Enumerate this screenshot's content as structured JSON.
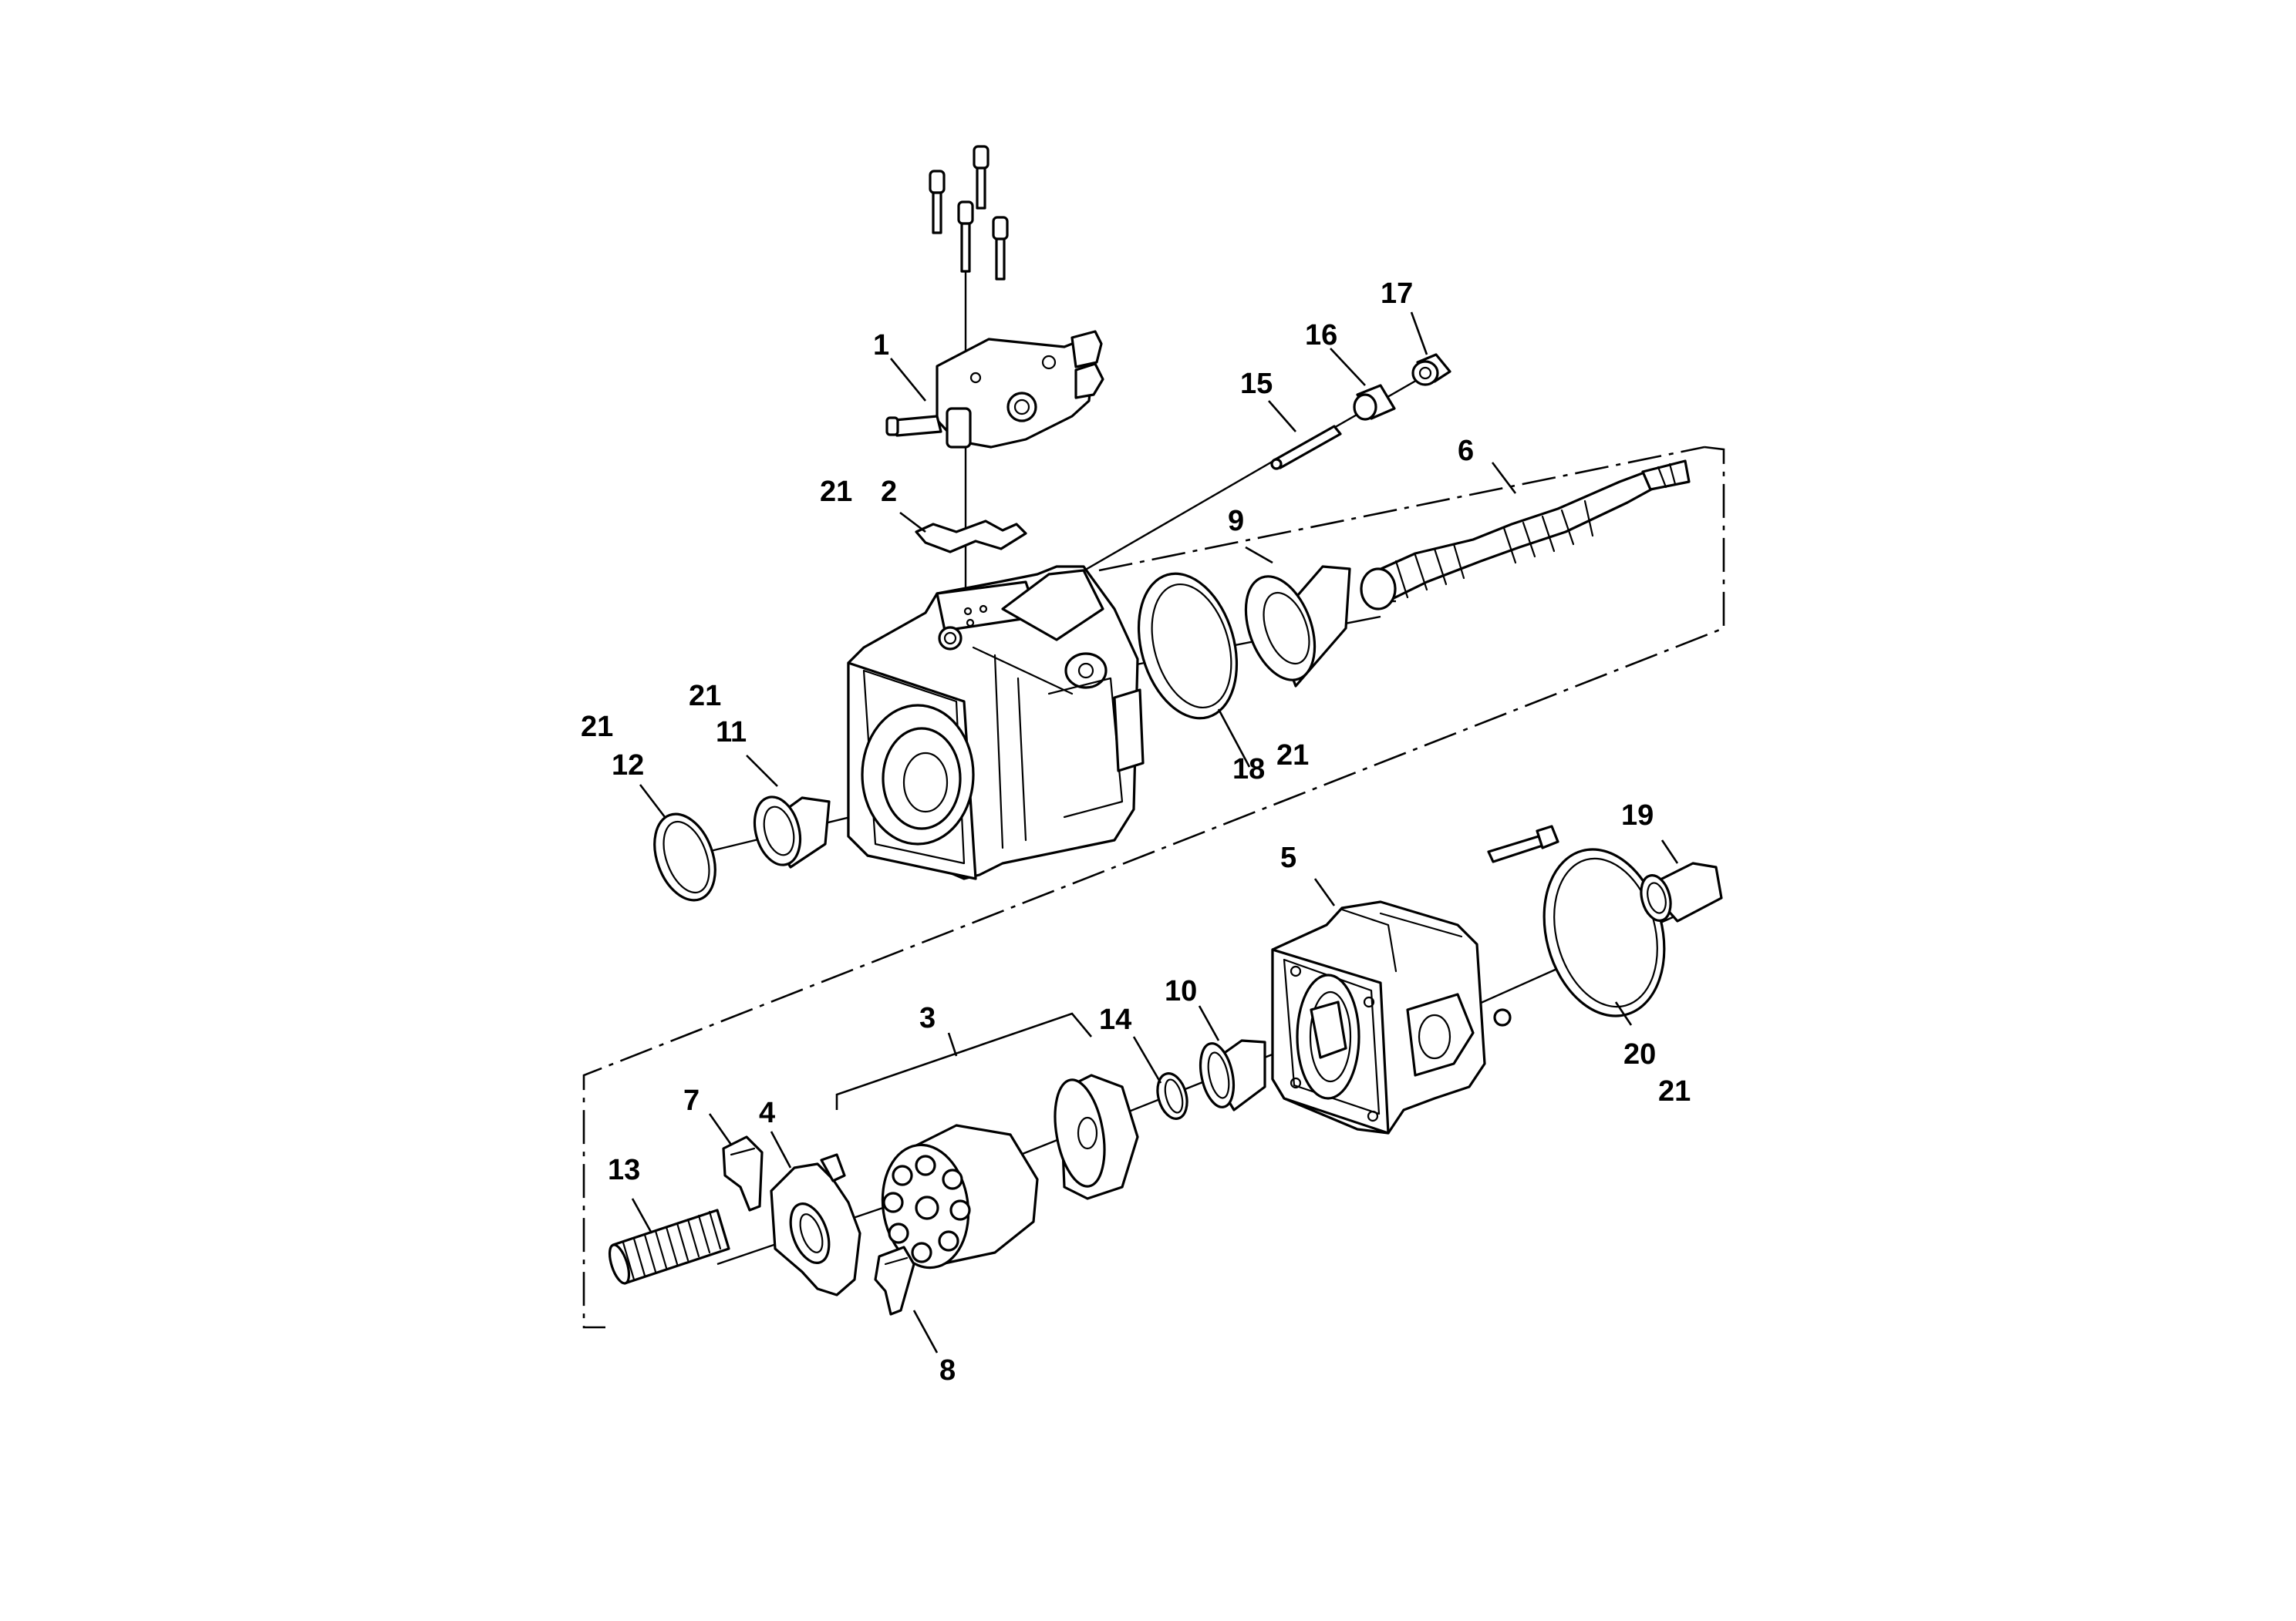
{
  "callouts": [
    {
      "id": "c1",
      "label": "1"
    },
    {
      "id": "c2",
      "label": "2"
    },
    {
      "id": "c3",
      "label": "3"
    },
    {
      "id": "c4",
      "label": "4"
    },
    {
      "id": "c5",
      "label": "5"
    },
    {
      "id": "c6",
      "label": "6"
    },
    {
      "id": "c7",
      "label": "7"
    },
    {
      "id": "c8",
      "label": "8"
    },
    {
      "id": "c9",
      "label": "9"
    },
    {
      "id": "c10",
      "label": "10"
    },
    {
      "id": "c11",
      "label": "11"
    },
    {
      "id": "c12",
      "label": "12"
    },
    {
      "id": "c13",
      "label": "13"
    },
    {
      "id": "c14",
      "label": "14"
    },
    {
      "id": "c15",
      "label": "15"
    },
    {
      "id": "c16",
      "label": "16"
    },
    {
      "id": "c17",
      "label": "17"
    },
    {
      "id": "c18",
      "label": "18"
    },
    {
      "id": "c19",
      "label": "19"
    },
    {
      "id": "c20",
      "label": "20"
    },
    {
      "id": "c21a",
      "label": "21"
    },
    {
      "id": "c21b",
      "label": "21"
    },
    {
      "id": "c21c",
      "label": "21"
    },
    {
      "id": "c21d",
      "label": "21"
    },
    {
      "id": "c21e",
      "label": "21"
    }
  ],
  "colors": {
    "line": "#000000",
    "background": "#ffffff"
  }
}
